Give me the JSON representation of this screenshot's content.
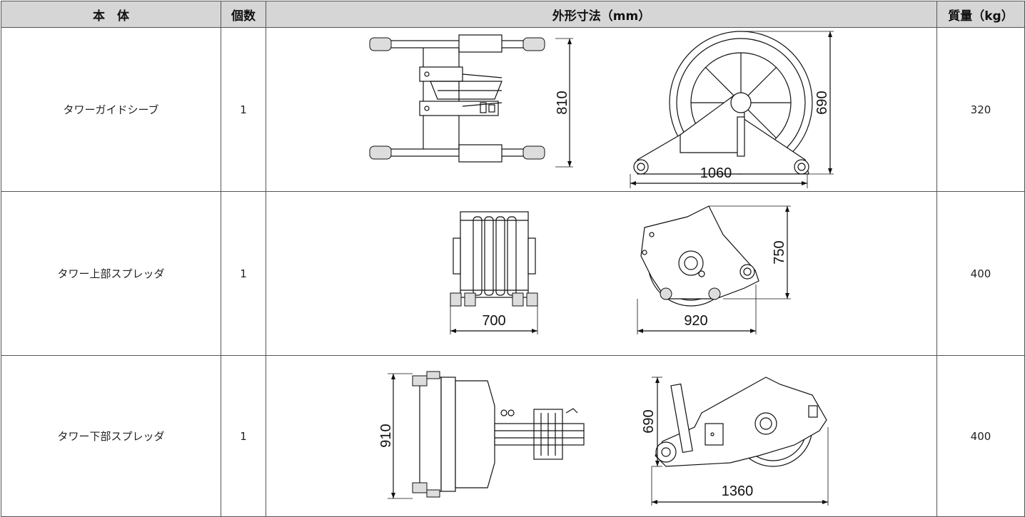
{
  "headers": {
    "body": "本　体",
    "count": "個数",
    "dimensions": "外形寸法（mm）",
    "mass": "質量（kg）"
  },
  "rows": [
    {
      "name": "タワーガイドシーブ",
      "count": "1",
      "mass": "320",
      "dims": [
        "810",
        "690",
        "1060"
      ]
    },
    {
      "name": "タワー上部スプレッダ",
      "count": "1",
      "mass": "400",
      "dims": [
        "750",
        "700",
        "920"
      ]
    },
    {
      "name": "タワー下部スプレッダ",
      "count": "1",
      "mass": "400",
      "dims": [
        "910",
        "690",
        "1360"
      ]
    }
  ]
}
